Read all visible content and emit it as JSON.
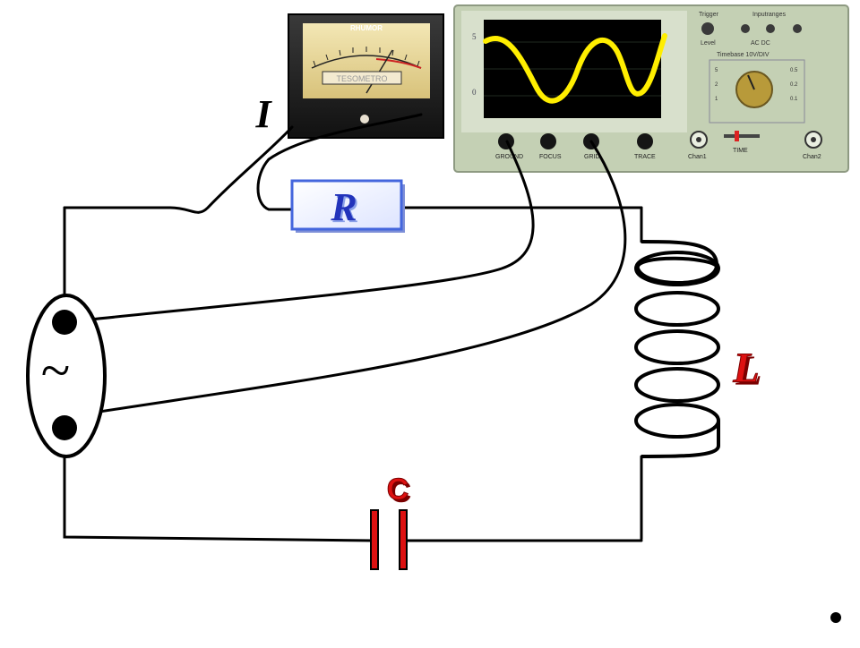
{
  "labels": {
    "current": "I",
    "resistor": "R",
    "inductor": "L",
    "capacitor": "C",
    "source_symbol": "~"
  },
  "ammeter": {
    "brand": "RHUMOR",
    "scale_label": "TESOMETRO"
  },
  "oscilloscope": {
    "top_labels": [
      "Trigger",
      "Inputranges"
    ],
    "bottom_buttons": [
      "GROUND",
      "FOCUS",
      "GRID",
      "TRACE"
    ],
    "channel_labels": [
      "Chan1",
      "TIME",
      "Chan2"
    ],
    "upper_controls": [
      "Level",
      "AC DC"
    ],
    "timebase_label": "Timebase 10V/DIV",
    "range_values": [
      "5",
      "2",
      "1",
      "0.5",
      "0.2",
      "0.1"
    ],
    "trace_color": "#ffee00",
    "screen_color": "#000000",
    "panel_color": "#b8c8a8"
  },
  "colors": {
    "resistor_fill": "#ffffff",
    "resistor_border": "#4466dd",
    "resistor_text": "#2233bb",
    "label_red": "#dd1111",
    "wire": "#000000"
  }
}
